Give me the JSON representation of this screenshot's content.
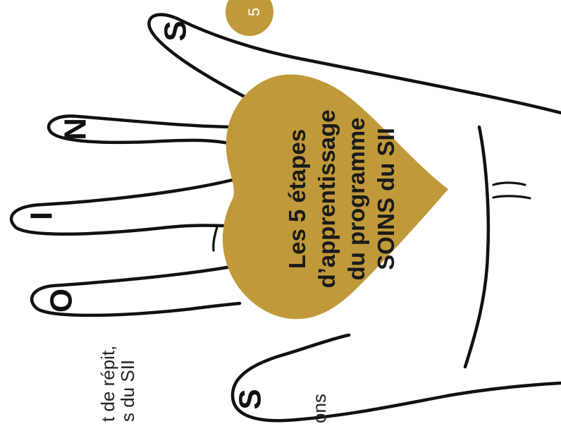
{
  "accent_color": "#c09a3a",
  "badge": {
    "label": "5"
  },
  "fingers": {
    "pinky_letter": "S",
    "ring_letter": "N",
    "middle_letter": "I",
    "index_letter": "O",
    "thumb_letter": "S"
  },
  "heart": {
    "lines": [
      "Les 5 étapes",
      "d’apprentissage",
      "du programme",
      "SOINS du SII"
    ]
  },
  "side_text": {
    "line1": "t de répit,",
    "line2": "s du SII",
    "line3": "ons"
  }
}
